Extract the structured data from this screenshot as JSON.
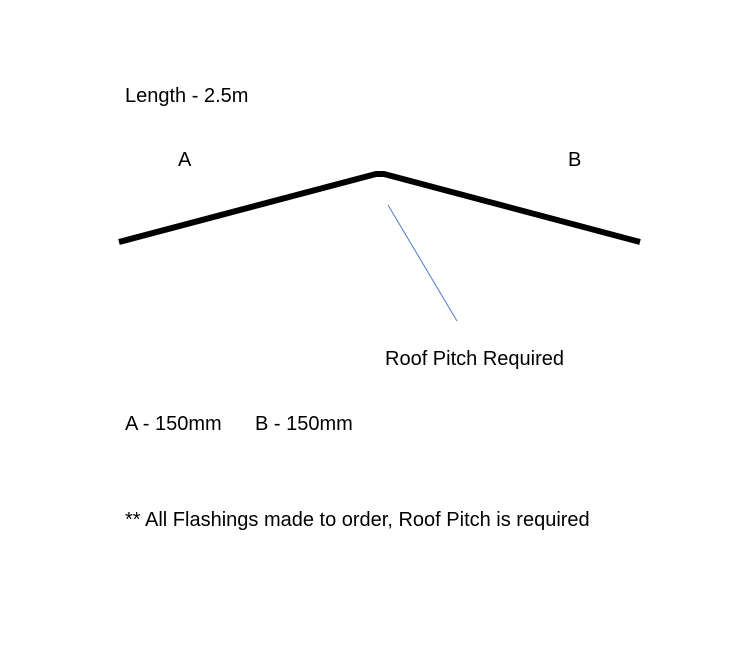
{
  "diagram": {
    "length_label": "Length - 2.5m",
    "side_a_label": "A",
    "side_b_label": "B",
    "pitch_label": "Roof Pitch Required",
    "dimension_a": "A - 150mm",
    "dimension_b": "B - 150mm",
    "note": "** All Flashings made to order, Roof Pitch is required",
    "colors": {
      "flashing": "#000000",
      "leader_line": "#4a7ec9",
      "text": "#000000"
    }
  }
}
